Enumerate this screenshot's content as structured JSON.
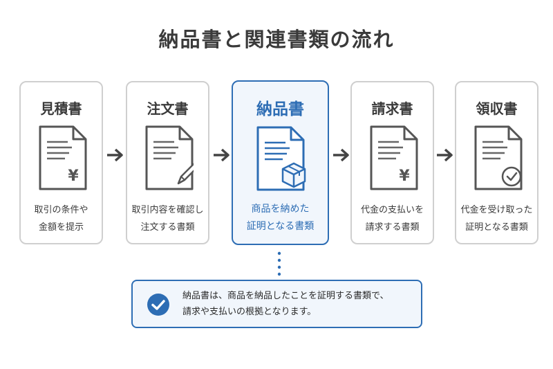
{
  "title": "納品書と関連書類の流れ",
  "cards": [
    {
      "title": "見積書",
      "desc": [
        "取引の条件や",
        "金額を提示"
      ],
      "icon": "yen-document-icon"
    },
    {
      "title": "注文書",
      "desc": [
        "取引内容を確認し",
        "注文する書類"
      ],
      "icon": "pen-document-icon"
    },
    {
      "title": "納品書",
      "desc": [
        "商品を納めた",
        "証明となる書類"
      ],
      "icon": "box-document-icon"
    },
    {
      "title": "請求書",
      "desc": [
        "代金の支払いを",
        "請求する書類"
      ],
      "icon": "yen-document-icon"
    },
    {
      "title": "領収書",
      "desc": [
        "代金を受け取った",
        "証明となる書類"
      ],
      "icon": "check-document-icon"
    }
  ],
  "note": {
    "lines": [
      "納品書は、商品を納品したことを証明する書類で、",
      "請求や支払いの根拠となります。"
    ],
    "icon": "check-circle-icon"
  },
  "colors": {
    "accent": "#2d6db4",
    "border": "#cfcfcf",
    "text": "#3a3a3a",
    "highlight_bg": "#f1f6fc"
  }
}
